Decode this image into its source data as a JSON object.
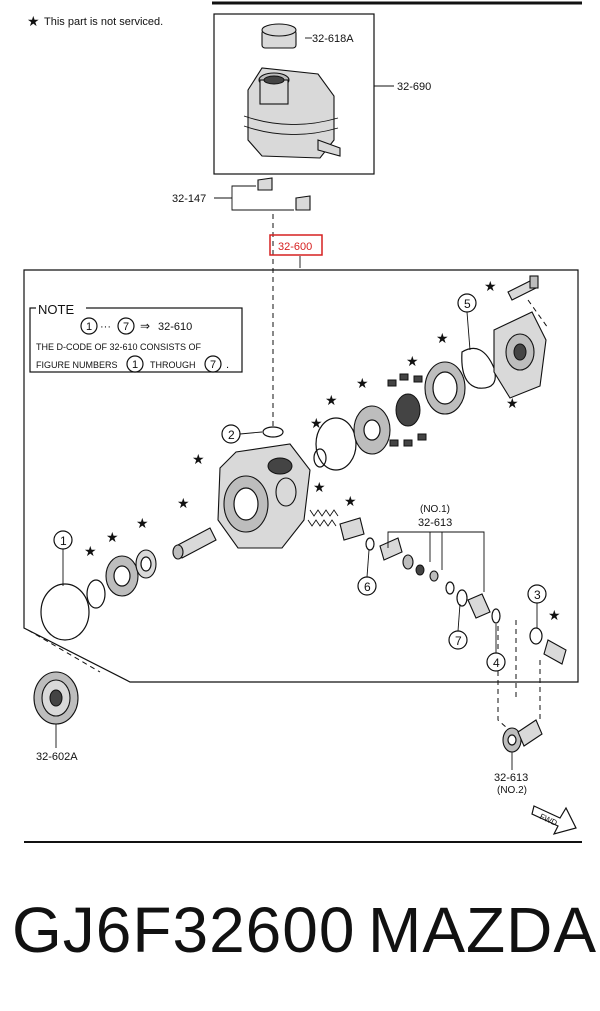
{
  "legend": {
    "star_glyph": "★",
    "text": "This part is not serviced."
  },
  "callouts": {
    "p618a": "32-618A",
    "p690": "32-690",
    "p147": "32-147",
    "p600": "32-600",
    "p602a": "32-602A",
    "p613_no1_tag": "(NO.1)",
    "p613_no1": "32-613",
    "p613_no2": "32-613",
    "p613_no2_tag": "(NO.2)"
  },
  "note": {
    "title": "NOTE",
    "line1_start": "1",
    "line1_dots": "···",
    "line1_end": "7",
    "line1_arrow": "⇒",
    "line1_target": "32-610",
    "line2": "THE D-CODE OF   32-610   CONSISTS OF",
    "line3_a": "FIGURE NUMBERS",
    "line3_n1": "1",
    "line3_b": "THROUGH",
    "line3_n2": "7",
    "line3_end": "."
  },
  "figure_numbers": [
    "1",
    "2",
    "3",
    "4",
    "5",
    "6",
    "7"
  ],
  "fwd_label": "FWD",
  "highlight_color": "#d62020",
  "footer": {
    "part_code": "GJ6F32600",
    "brand": "MAZDA"
  }
}
